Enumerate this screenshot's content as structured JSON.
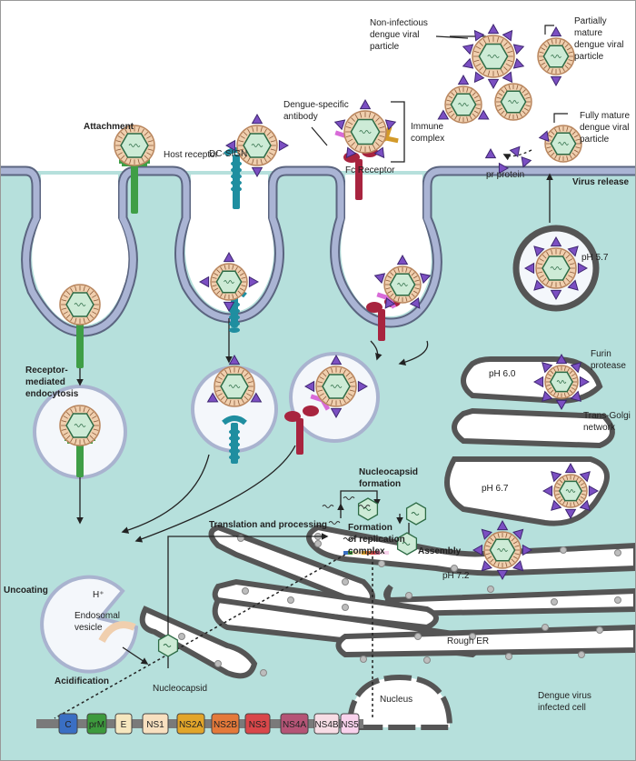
{
  "labels": {
    "attachment": "Attachment",
    "host_receptor": "Host receptor",
    "dc_sign": "DC-SIGN",
    "antibody": [
      "Dengue-specific",
      "antibody"
    ],
    "fc_receptor": "Fc Receptor",
    "immune_complex": [
      "Immune",
      "complex"
    ],
    "non_infectious": [
      "Non-infectious",
      "dengue viral",
      "particle"
    ],
    "partially_mature": [
      "Partially",
      "mature",
      "dengue viral",
      "particle"
    ],
    "fully_mature": [
      "Fully mature",
      "dengue viral",
      "particle"
    ],
    "pr_protein": "pr protein",
    "virus_release": "Virus release",
    "ph57": "pH 5.7",
    "endocytosis": [
      "Receptor-",
      "mediated",
      "endocytosis"
    ],
    "ph60": "pH 6.0",
    "furin": [
      "Furin",
      "protease"
    ],
    "trans_golgi": [
      "Trans-Golgi",
      "network"
    ],
    "ph67": "pH 6.7",
    "nucleocapsid_formation": [
      "Nucleocapsid",
      "formation"
    ],
    "translation": "Translation and processing",
    "replication": [
      "Formation",
      "of replication",
      "complex"
    ],
    "assembly": "Assembly",
    "ph72": "pH 7.2",
    "uncoating": "Uncoating",
    "h_plus": "H⁺",
    "endosomal_vesicle": [
      "Endosomal",
      "vesicle"
    ],
    "acidification": "Acidification",
    "nucleocapsid": "Nucleocapsid",
    "rough_er": "Rough ER",
    "nucleus": "Nucleus",
    "infected_cell": [
      "Dengue virus",
      "infected cell"
    ]
  },
  "genome": [
    {
      "label": "C",
      "color": "#3a6fc4"
    },
    {
      "label": "prM",
      "color": "#3d9a3d"
    },
    {
      "label": "E",
      "color": "#f6e7bf"
    },
    {
      "label": "NS1",
      "color": "#f8e0c0"
    },
    {
      "label": "NS2A",
      "color": "#e2a52a"
    },
    {
      "label": "NS2B",
      "color": "#e4793a"
    },
    {
      "label": "NS3",
      "color": "#d9474a"
    },
    {
      "label": "NS4A",
      "color": "#b55476"
    },
    {
      "label": "NS4B",
      "color": "#f7dde5"
    },
    {
      "label": "NS5",
      "color": "#f8d2ec"
    }
  ],
  "colors": {
    "cytoplasm": "#b6e0dc",
    "membrane": "#aab4d4",
    "capsid": "#cdebd6",
    "envelope": "#f0cfae",
    "pr_protein": "#7b4fc2",
    "host_receptor": "#3f9e46",
    "dc_sign": "#1f8ea0",
    "fc_receptor": "#a8243f",
    "antibody": "#d86bd8",
    "antibody2": "#d39a2a"
  }
}
